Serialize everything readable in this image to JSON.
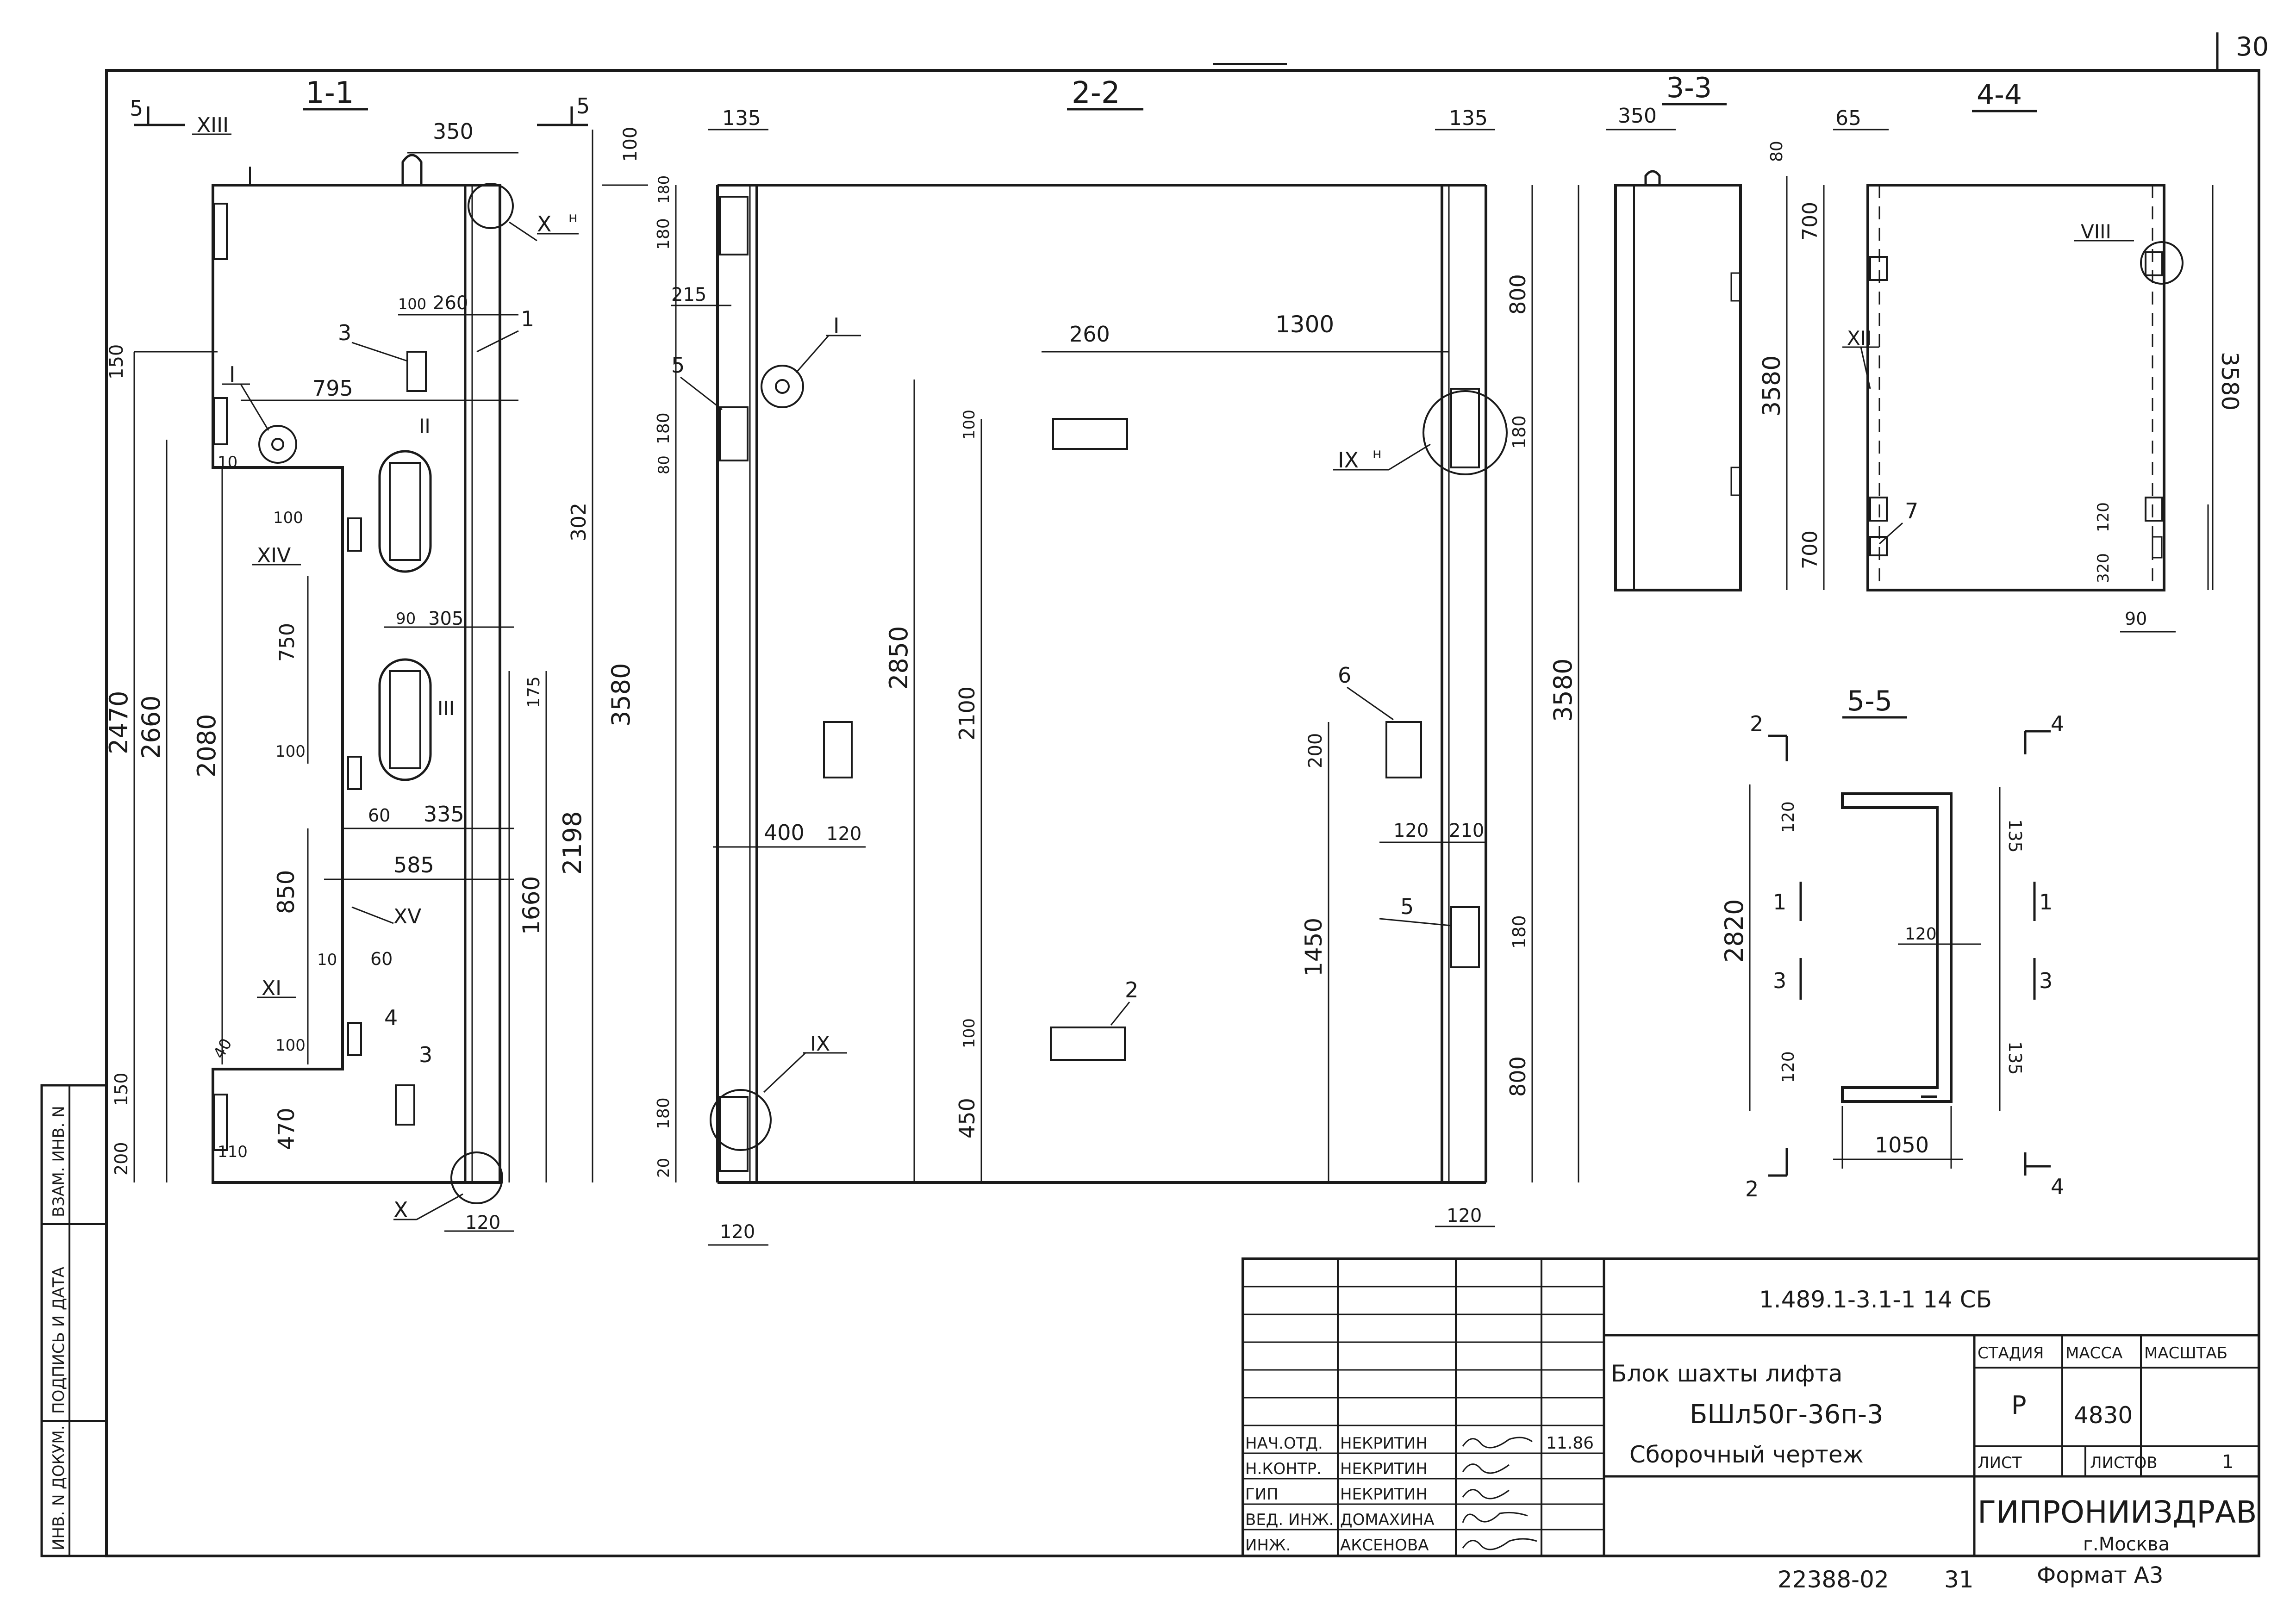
{
  "sheet_number": "30",
  "sections": {
    "s11": "1-1",
    "s22": "2-2",
    "s33": "3-3",
    "s44": "4-4",
    "s55": "5-5"
  },
  "cut_marks": {
    "c5_left": "5",
    "c5_right": "5",
    "c2_top": "2",
    "c2_bottom": "2",
    "c4_top": "4",
    "c4_bottom": "4",
    "c1_left": "1",
    "c1_right": "1",
    "c3_left": "3",
    "c3_right": "3"
  },
  "callouts": {
    "xiii": "XIII",
    "x_n": "X",
    "n_mark": "н",
    "i_a": "I",
    "i_b": "I",
    "ii": "II",
    "iii": "III",
    "xiv": "XIV",
    "xv_n": "XV",
    "xi": "XI",
    "x": "X",
    "ix_n": "IX",
    "ix": "IX",
    "viii": "VIII",
    "xii": "XII"
  },
  "positions": {
    "p1": "1",
    "p2": "2",
    "p3a": "3",
    "p3b": "3",
    "p4": "4",
    "p5a": "5",
    "p5b": "5",
    "p6": "6",
    "p7": "7"
  },
  "dimensions_11": {
    "d350": "350",
    "d100_top": "100",
    "d100": "100",
    "d260": "260",
    "d150": "150",
    "d795": "795",
    "d10": "10",
    "d100b": "100",
    "d302": "302",
    "d90": "90",
    "d305": "305",
    "d750": "750",
    "d175": "175",
    "d100c": "100",
    "d60": "60",
    "d335": "335",
    "d585": "585",
    "d2470": "2470",
    "d2660": "2660",
    "d2080": "2080",
    "d3580": "3580",
    "d2198": "2198",
    "d850": "850",
    "d1660": "1660",
    "d10b": "10",
    "d60b": "60",
    "d40": "40",
    "d100d": "100",
    "d470": "470",
    "d150b": "150",
    "d200": "200",
    "d110": "110",
    "d120": "120"
  },
  "dimensions_22": {
    "d135": "135",
    "d180a": "180",
    "d180b": "180",
    "d215": "215",
    "d180c": "180",
    "d80": "80",
    "d400": "400",
    "d120": "120",
    "d120b": "120",
    "d180d": "180",
    "d20": "20",
    "d2850": "2850",
    "d260": "260",
    "d1300": "1300",
    "d100": "100",
    "d2100": "2100",
    "d100b": "100",
    "d450": "450",
    "d135b": "135",
    "d800": "800",
    "d180e": "180",
    "d3580": "3580",
    "d200": "200",
    "d1450": "1450",
    "d120c": "120",
    "d210": "210",
    "d180f": "180",
    "d800b": "800",
    "d120d": "120"
  },
  "dimensions_33": {
    "d350": "350",
    "d80": "80",
    "d3580": "3580"
  },
  "dimensions_44": {
    "d65": "65",
    "d700a": "700",
    "d700b": "700",
    "d3580": "3580",
    "d120": "120",
    "d320": "320",
    "d90": "90"
  },
  "dimensions_55": {
    "d2820": "2820",
    "d120a": "120",
    "d120b": "120",
    "d120c": "120",
    "d135a": "135",
    "d135b": "135",
    "d1050": "1050"
  },
  "title_block": {
    "doc_code": "1.489.1-3.1-1   14 СБ",
    "name_line1": "Блок  шахты   лифта",
    "name_line2": "БШл50г-36п-3",
    "name_line3": "Сборочный  чертеж",
    "stage_header": "СТАДИЯ",
    "mass_header": "МАССА",
    "scale_header": "МАСШТАБ",
    "stage_value": "Р",
    "mass_value": "4830",
    "sheet_label": "ЛИСТ",
    "sheets_label": "ЛИСТОВ",
    "sheets_value": "1",
    "org_name": "ГИПРОНИИЗДРАВ",
    "org_city": "г.Москва",
    "format": "Формат А3",
    "archive_no": "22388-02",
    "page_no": "31",
    "roles": [
      {
        "role": "НАЧ.ОТД.",
        "name": "НЕКРИТИН",
        "date": "11.86"
      },
      {
        "role": "Н.КОНТР.",
        "name": "НЕКРИТИН",
        "date": ""
      },
      {
        "role": "ГИП",
        "name": "НЕКРИТИН",
        "date": ""
      },
      {
        "role": "ВЕД. ИНЖ.",
        "name": "ДОМАХИНА",
        "date": ""
      },
      {
        "role": "ИНЖ.",
        "name": "АКСЕНОВА",
        "date": ""
      }
    ]
  },
  "side_stamp": {
    "inv_orig": "ИНВ. N ДОКУМ.",
    "sign_date": "ПОДПИСЬ И ДАТА",
    "replace_inv": "ВЗАМ. ИНВ. N"
  }
}
